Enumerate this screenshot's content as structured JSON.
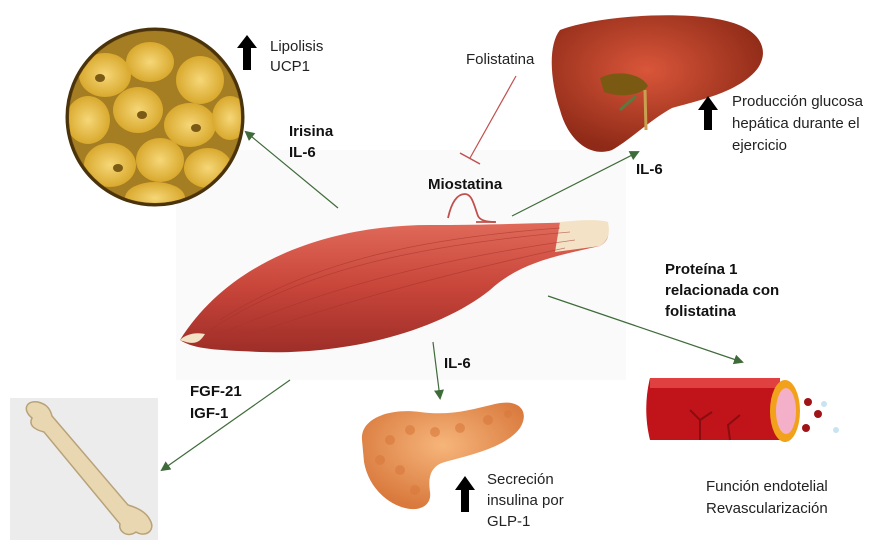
{
  "labels": {
    "lipolisis": "Lipolisis",
    "ucp1": "UCP1",
    "irisina": "Irisina",
    "il6_fat": "IL-6",
    "folistatina": "Folistatina",
    "miostatina": "Miostatina",
    "il6_liver": "IL-6",
    "produccion_1": "Producción glucosa",
    "produccion_2": "hepática durante el",
    "produccion_3": "ejercicio",
    "proteina_1": "Proteína 1",
    "proteina_2": "relacionada con",
    "proteina_3": "folistatina",
    "il6_pancreas": "IL-6",
    "fgf21": "FGF-21",
    "igf1": "IGF-1",
    "secrecion_1": "Secreción",
    "secrecion_2": "insulina por",
    "secrecion_3": "GLP-1",
    "funcion_1": "Función endotelial",
    "funcion_2": "Revascularización"
  },
  "colors": {
    "arrow": "#3f6b3a",
    "inhibition": "#c0504d",
    "muscle": "#c8453a",
    "fat": "#e8c04a",
    "liver": "#b03a22",
    "pancreas": "#e89a5c",
    "bone": "#e8d7b0",
    "vessel": "#c0141a"
  },
  "icons": [
    "fat-tissue-illustration",
    "liver-illustration",
    "muscle-illustration",
    "pancreas-illustration",
    "bone-illustration",
    "blood-vessel-illustration",
    "up-arrow-icon"
  ]
}
